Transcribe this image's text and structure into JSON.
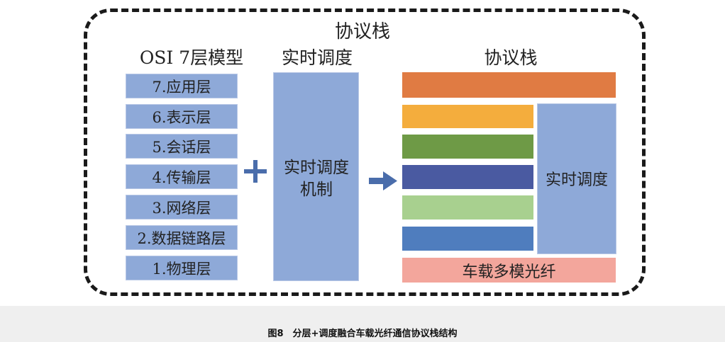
{
  "diagram": {
    "title": "协议栈",
    "osi": {
      "title": "OSI 7层模型",
      "layers": [
        "7.应用层",
        "6.表示层",
        "5.会话层",
        "4.传输层",
        "3.网络层",
        "2.数据链路层",
        "1.物理层"
      ]
    },
    "realtime": {
      "title": "实时调度",
      "box_text": "实时调度机制"
    },
    "protocol_stack": {
      "title": "协议栈",
      "layer_colors": [
        "#e07b43",
        "#f4ad3d",
        "#6e9a46",
        "#4a5aa1",
        "#a8d08f",
        "#4f7dbe"
      ],
      "side_label": "实时调度",
      "bottom_label": "车载多模光纤",
      "side_color": "#8ea9d8",
      "bottom_color": "#f3a69c"
    },
    "operator_plus_color": "#4a6dab",
    "arrow_color": "#4a6dab"
  },
  "caption": "图8　分层+调度融合车载光纤通信协议栈结构"
}
